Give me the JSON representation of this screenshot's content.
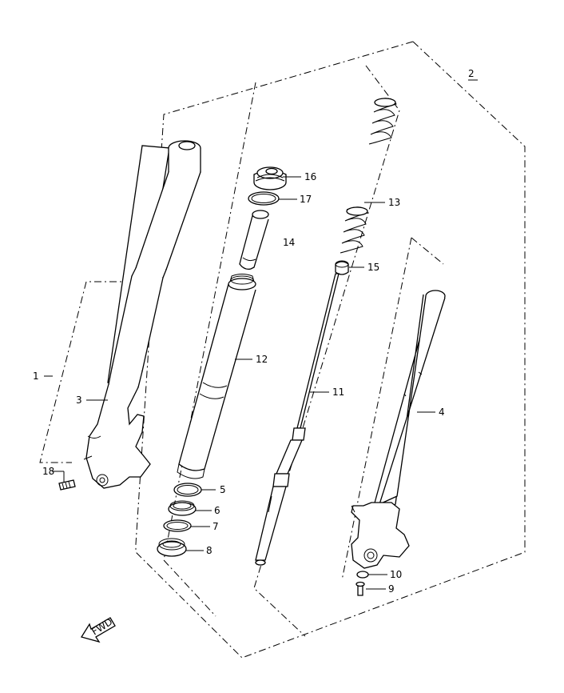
{
  "labels": {
    "l1": "1",
    "l2": "2",
    "l3": "3",
    "l4": "4",
    "l5": "5",
    "l6": "6",
    "l7": "7",
    "l8": "8",
    "l9": "9",
    "l10": "10",
    "l11": "11",
    "l12": "12",
    "l13": "13",
    "l14": "14",
    "l15": "15",
    "l16": "16",
    "l17": "17",
    "l18": "18"
  },
  "fwd": "FWD"
}
